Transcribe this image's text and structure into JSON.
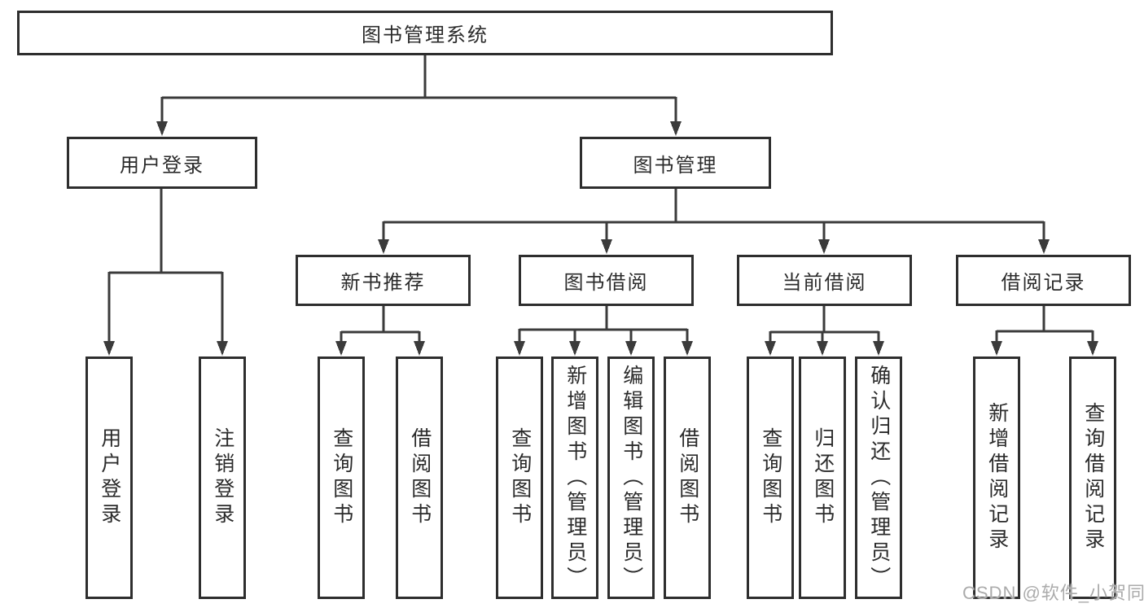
{
  "diagram": {
    "type": "tree",
    "root": {
      "label": "图书管理系统",
      "children": [
        {
          "label": "用户登录",
          "children": [
            {
              "label": "用户登录"
            },
            {
              "label": "注销登录"
            }
          ]
        },
        {
          "label": "图书管理",
          "children": [
            {
              "label": "新书推荐",
              "children": [
                {
                  "label": "查询图书"
                },
                {
                  "label": "借阅图书"
                }
              ]
            },
            {
              "label": "图书借阅",
              "children": [
                {
                  "label": "查询图书"
                },
                {
                  "label": "新增图书（管理员）"
                },
                {
                  "label": "编辑图书（管理员）"
                },
                {
                  "label": "借阅图书"
                }
              ]
            },
            {
              "label": "当前借阅",
              "children": [
                {
                  "label": "查询图书"
                },
                {
                  "label": "归还图书"
                },
                {
                  "label": "确认归还（管理员）"
                }
              ]
            },
            {
              "label": "借阅记录",
              "children": [
                {
                  "label": "新增借阅记录"
                },
                {
                  "label": "查询借阅记录"
                }
              ]
            }
          ]
        }
      ]
    }
  },
  "watermark": {
    "text": "CSDN @软件_小贺同学",
    "color": "#ababab"
  },
  "colors": {
    "line": "#3b3b3b",
    "box_border": "#2e2e2e",
    "box_fill": "#ffffff",
    "text": "#2b2b2b",
    "background": "#ffffff"
  }
}
